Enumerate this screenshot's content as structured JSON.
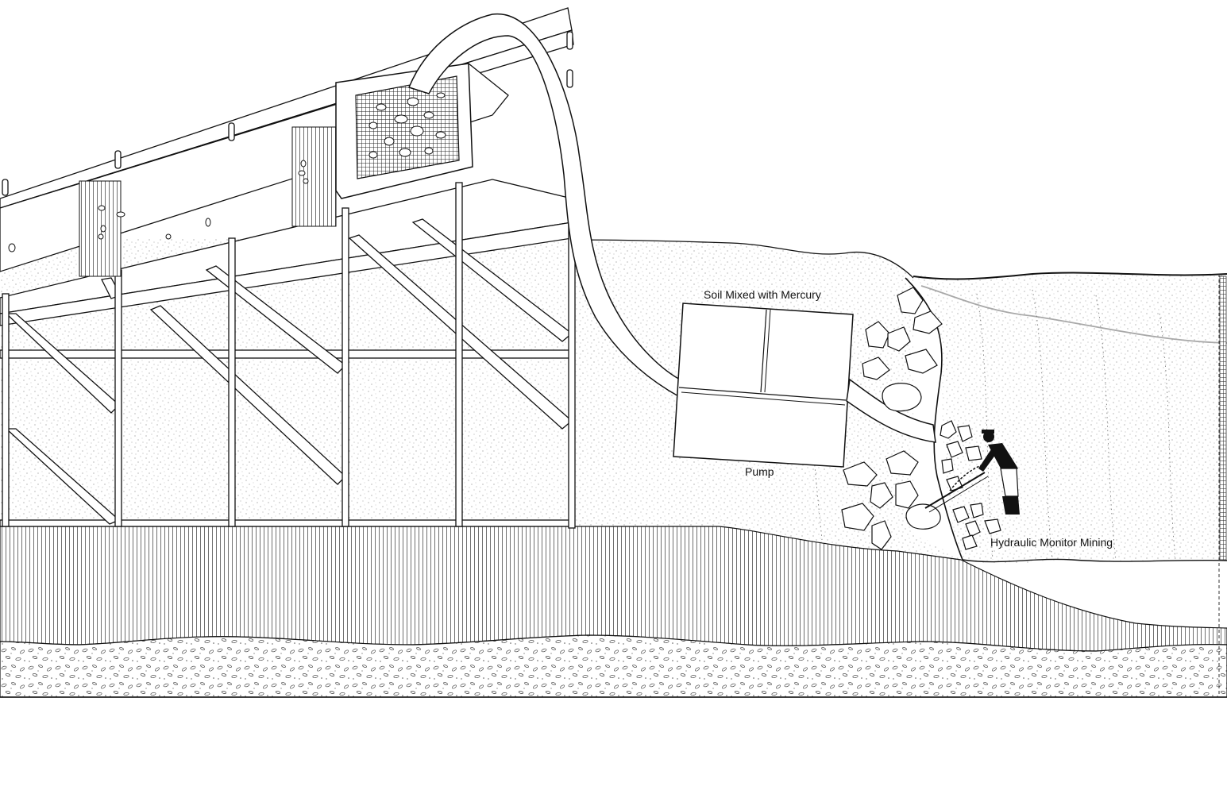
{
  "labels": {
    "soil": "Soil Mixed with Mercury",
    "pump": "Pump",
    "hydraulic": "Hydraulic Monitor Mining"
  },
  "colors": {
    "ink": "#111111",
    "paper": "#ffffff",
    "stipple": "#8a8a8a",
    "water_line": "#a8a8a8"
  }
}
